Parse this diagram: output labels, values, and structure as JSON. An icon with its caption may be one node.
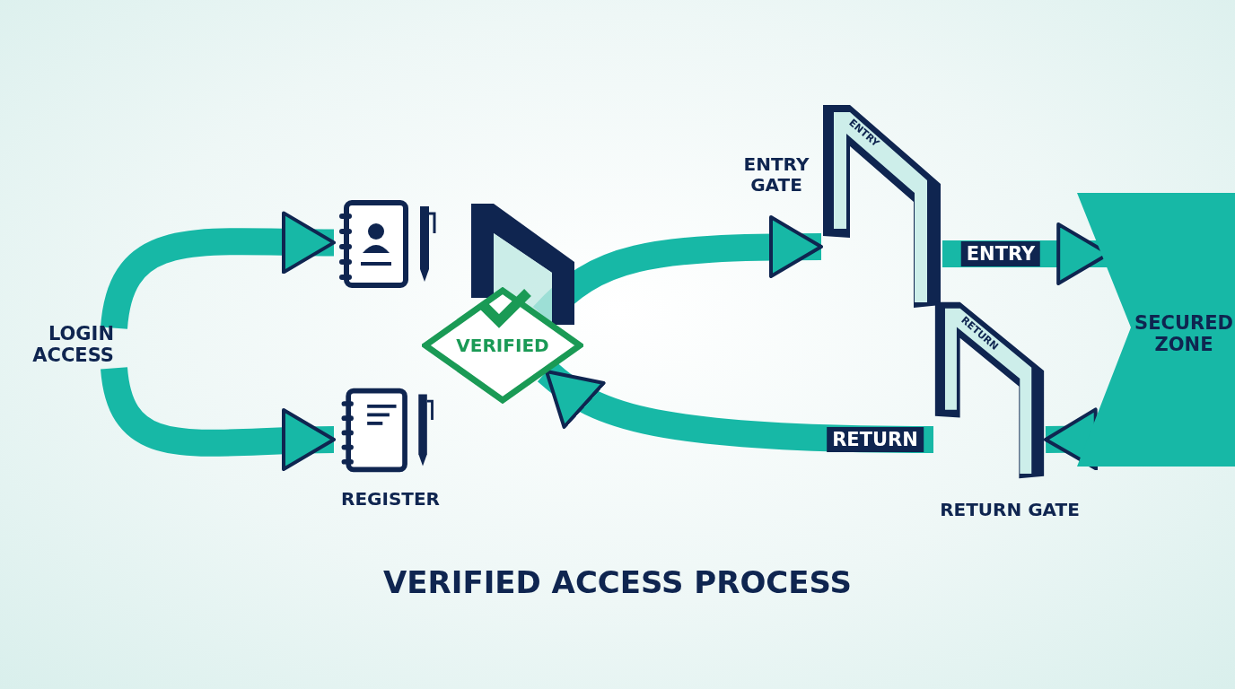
{
  "diagram": {
    "title": "VERIFIED ACCESS PROCESS",
    "nodes": [
      {
        "text": [
          "LOGIN ACCESS"
        ]
      },
      {
        "text": [],
        "shape": "picture"
      },
      {
        "text": [],
        "shape": "picture",
        "beside": [
          "REGISTER"
        ]
      },
      {
        "text": [
          "VERIFIED"
        ]
      },
      {
        "text": [
          "ENTRY"
        ],
        "beside": [
          "ENTRY GATE"
        ]
      },
      {
        "text": [
          "RETURN"
        ],
        "beside": [
          "RETURN GATE"
        ]
      },
      {
        "text": [
          "SECURED ZONE"
        ]
      }
    ],
    "edges": [
      {
        "from": 0,
        "to": 1,
        "arrow": "to"
      },
      {
        "from": 0,
        "to": 2,
        "arrow": "to"
      },
      {
        "from": 3,
        "to": 4,
        "arrow": "to"
      },
      {
        "from": 4,
        "to": 6,
        "label": "ENTRY",
        "arrow": "to"
      },
      {
        "from": 6,
        "to": 5,
        "arrow": "to"
      },
      {
        "from": 5,
        "to": 3,
        "label": "RETURN",
        "arrow": "to"
      }
    ]
  }
}
